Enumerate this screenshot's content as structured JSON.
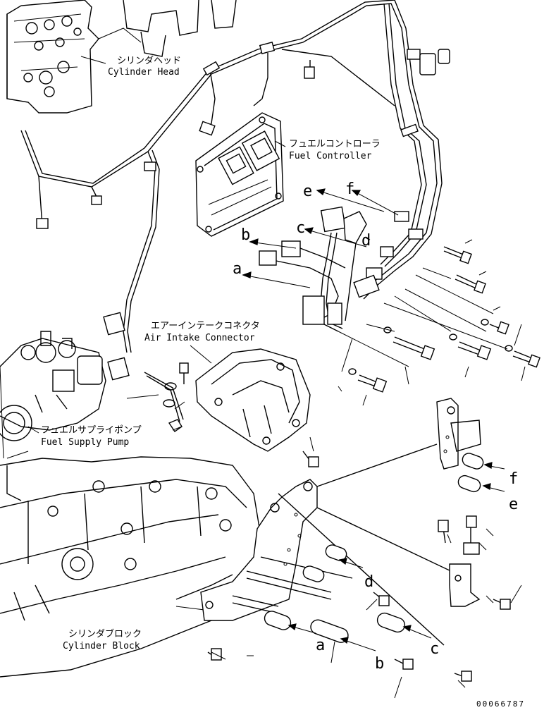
{
  "labels": {
    "cylinder_head_jp": "シリンダヘッド",
    "cylinder_head_en": "Cylinder Head",
    "fuel_controller_jp": "フュエルコントローラ",
    "fuel_controller_en": "Fuel Controller",
    "air_intake_jp": "エアーインテークコネクタ",
    "air_intake_en": "Air Intake Connector",
    "fuel_pump_jp": "フュエルサプライポンプ",
    "fuel_pump_en": "Fuel Supply Pump",
    "cylinder_block_jp": "シリンダブロック",
    "cylinder_block_en": "Cylinder Block"
  },
  "callouts": {
    "a1": "a",
    "b1": "b",
    "c1": "c",
    "d1": "d",
    "e1": "e",
    "f1": "f",
    "a2": "a",
    "b2": "b",
    "c2": "c",
    "d2": "d",
    "e2": "e",
    "f2": "f"
  },
  "drawing_number": "00066787"
}
